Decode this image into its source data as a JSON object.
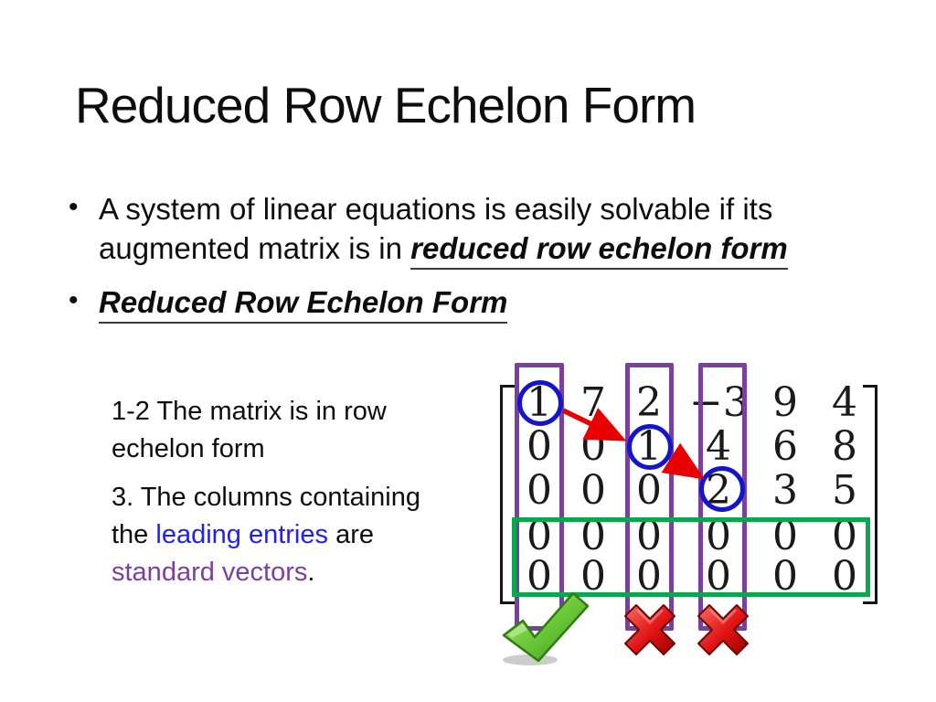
{
  "slide": {
    "title": "Reduced Row Echelon Form",
    "bullet1": {
      "line1": "A system of linear equations is easily solvable if its",
      "line2_prefix": "augmented matrix is in ",
      "line2_emphasis": "reduced row echelon form"
    },
    "bullet2": {
      "text": "Reduced Row Echelon Form"
    },
    "notes": {
      "p1_line1": "1-2 The matrix is in row",
      "p1_line2": "echelon form",
      "p2_line1": "3. The columns containing",
      "p2_line2_prefix": "the ",
      "p2_line2_blue": "leading entries",
      "p2_line2_suffix": " are",
      "p2_line3_purple": "standard vectors",
      "p2_line3_suffix": "."
    }
  },
  "matrix": {
    "rows": [
      [
        "1",
        "7",
        "2",
        "−3",
        "9",
        "4"
      ],
      [
        "0",
        "0",
        "1",
        "4",
        "6",
        "8"
      ],
      [
        "0",
        "0",
        "0",
        "2",
        "3",
        "5"
      ],
      [
        "0",
        "0",
        "0",
        "0",
        "0",
        "0"
      ],
      [
        "0",
        "0",
        "0",
        "0",
        "0",
        "0"
      ]
    ],
    "leading_entries": [
      {
        "row": 0,
        "col": 0,
        "value": "1"
      },
      {
        "row": 1,
        "col": 2,
        "value": "1"
      },
      {
        "row": 2,
        "col": 3,
        "value": "2"
      }
    ],
    "highlighted_columns": [
      0,
      2,
      3
    ],
    "zero_rows": [
      3,
      4
    ]
  },
  "annotations": {
    "check_column": 0,
    "x_columns": [
      2,
      3
    ],
    "check_icon": "green-check-icon",
    "x_icon": "red-x-icon"
  },
  "colors": {
    "column_highlight_purple": "#7b3f9e",
    "zero_rows_green": "#0ca64f",
    "leading_circle_blue": "#1414cc",
    "arrow_red": "#e80000",
    "text_blue": "#1f1ff2",
    "text_purple": "#7b3fa0",
    "text_black": "#0d0d0d"
  }
}
